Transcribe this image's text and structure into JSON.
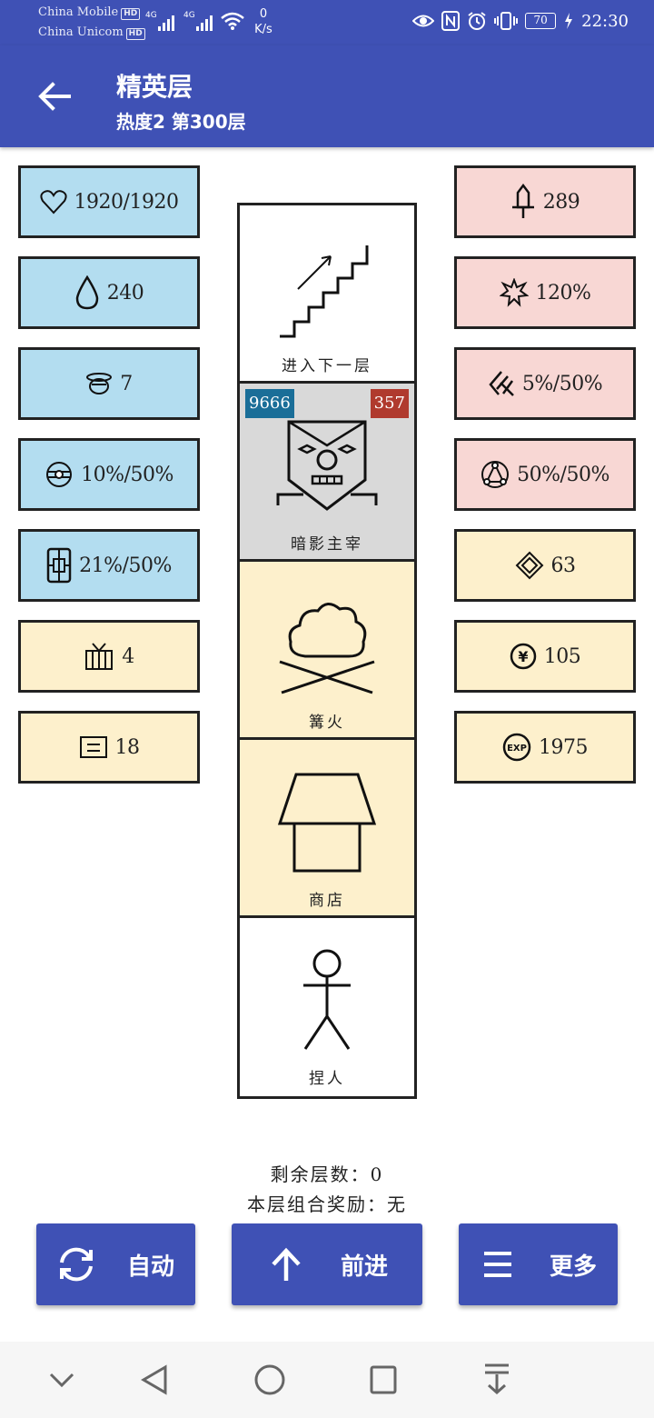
{
  "status_bar": {
    "carrier1": "China Mobile",
    "carrier2": "China Unicom",
    "hd_badge": "HD",
    "network1": "4G",
    "network2": "4G",
    "speed_value": "0",
    "speed_unit": "K/s",
    "battery": "70",
    "time": "22:30"
  },
  "header": {
    "title": "精英层",
    "subtitle": "热度2 第300层"
  },
  "left_stats": [
    {
      "icon": "heart-icon",
      "value": "1920/1920",
      "color": "#b3ddf0"
    },
    {
      "icon": "drop-icon",
      "value": "240",
      "color": "#b3ddf0"
    },
    {
      "icon": "ring-icon",
      "value": "7",
      "color": "#b3ddf0"
    },
    {
      "icon": "shield-orb-icon",
      "value": "10%/50%",
      "color": "#b3ddf0"
    },
    {
      "icon": "armor-icon",
      "value": "21%/50%",
      "color": "#b3ddf0"
    },
    {
      "icon": "chest-icon",
      "value": "4",
      "color": "#fdf0cc"
    },
    {
      "icon": "card-icon",
      "value": "18",
      "color": "#fdf0cc"
    }
  ],
  "right_stats": [
    {
      "icon": "sword-icon",
      "value": "289",
      "color": "#f8d7d4"
    },
    {
      "icon": "burst-icon",
      "value": "120%",
      "color": "#f8d7d4"
    },
    {
      "icon": "slash-icon",
      "value": "5%/50%",
      "color": "#f8d7d4"
    },
    {
      "icon": "triad-icon",
      "value": "50%/50%",
      "color": "#f8d7d4"
    },
    {
      "icon": "diamond-icon",
      "value": "63",
      "color": "#fdf0cc"
    },
    {
      "icon": "yen-coin-icon",
      "value": "105",
      "color": "#fdf0cc"
    },
    {
      "icon": "exp-icon",
      "value": "1975",
      "color": "#fdf0cc"
    }
  ],
  "exp_label": "EXP",
  "yen_label": "¥",
  "tower": {
    "rooms": [
      {
        "label": "进入下一层",
        "type": "stairs",
        "color": "#ffffff"
      },
      {
        "label": "暗影主宰",
        "type": "boss",
        "color": "#d9d9d9",
        "hp": "9666",
        "atk": "357",
        "hp_color": "#1a6e98",
        "atk_color": "#b03a2e"
      },
      {
        "label": "篝火",
        "type": "bonfire",
        "color": "#fdf0cc"
      },
      {
        "label": "商店",
        "type": "shop",
        "color": "#fdf0cc"
      },
      {
        "label": "捏人",
        "type": "character",
        "color": "#ffffff"
      }
    ]
  },
  "info": {
    "remaining": "剩余层数：0",
    "combo_reward": "本层组合奖励：无"
  },
  "buttons": {
    "auto": "自动",
    "forward": "前进",
    "more": "更多"
  }
}
